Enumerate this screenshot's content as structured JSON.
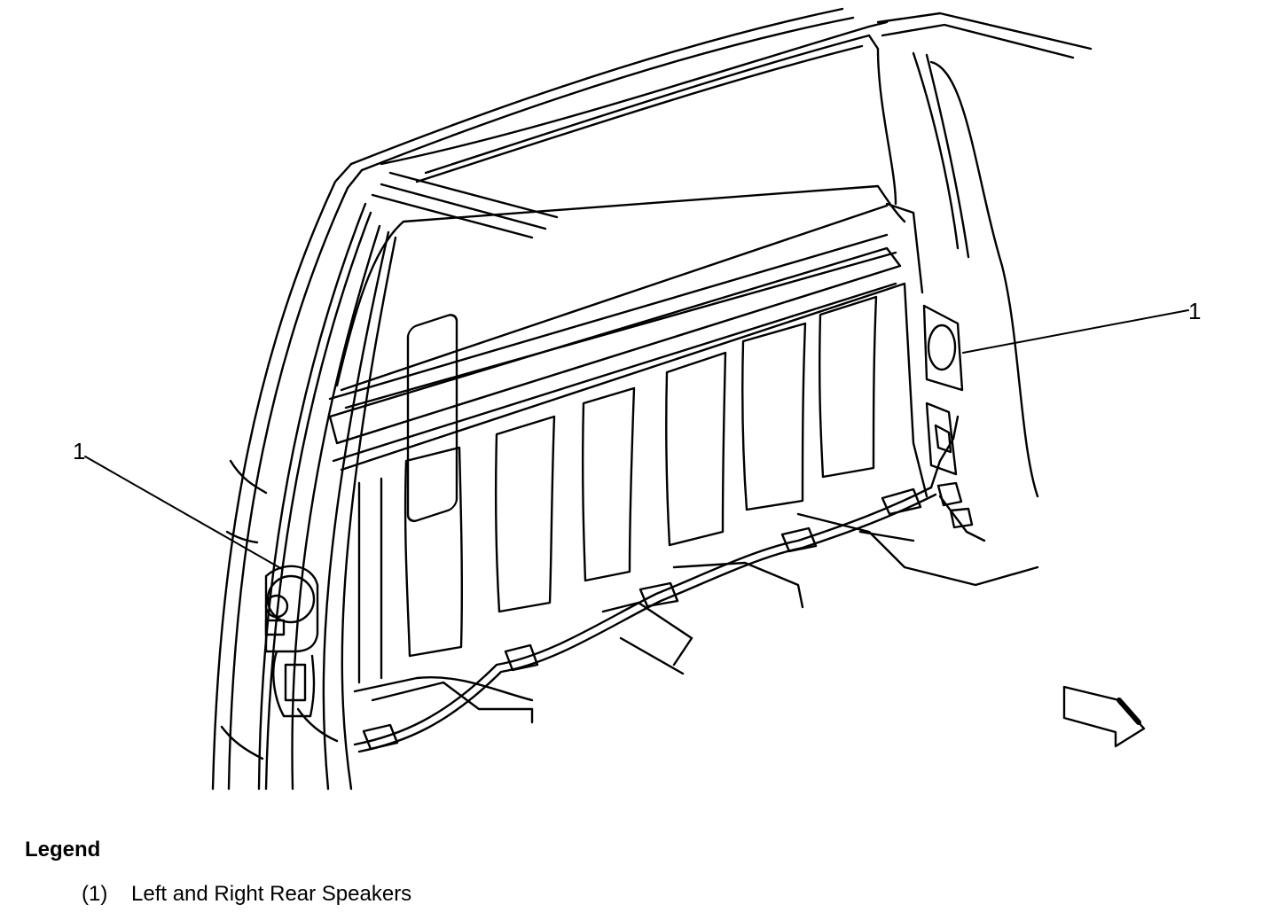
{
  "callouts": [
    "1",
    "1"
  ],
  "legend": {
    "title": "Legend",
    "items": [
      {
        "number": "(1)",
        "text": "Left and Right Rear Speakers"
      }
    ]
  }
}
